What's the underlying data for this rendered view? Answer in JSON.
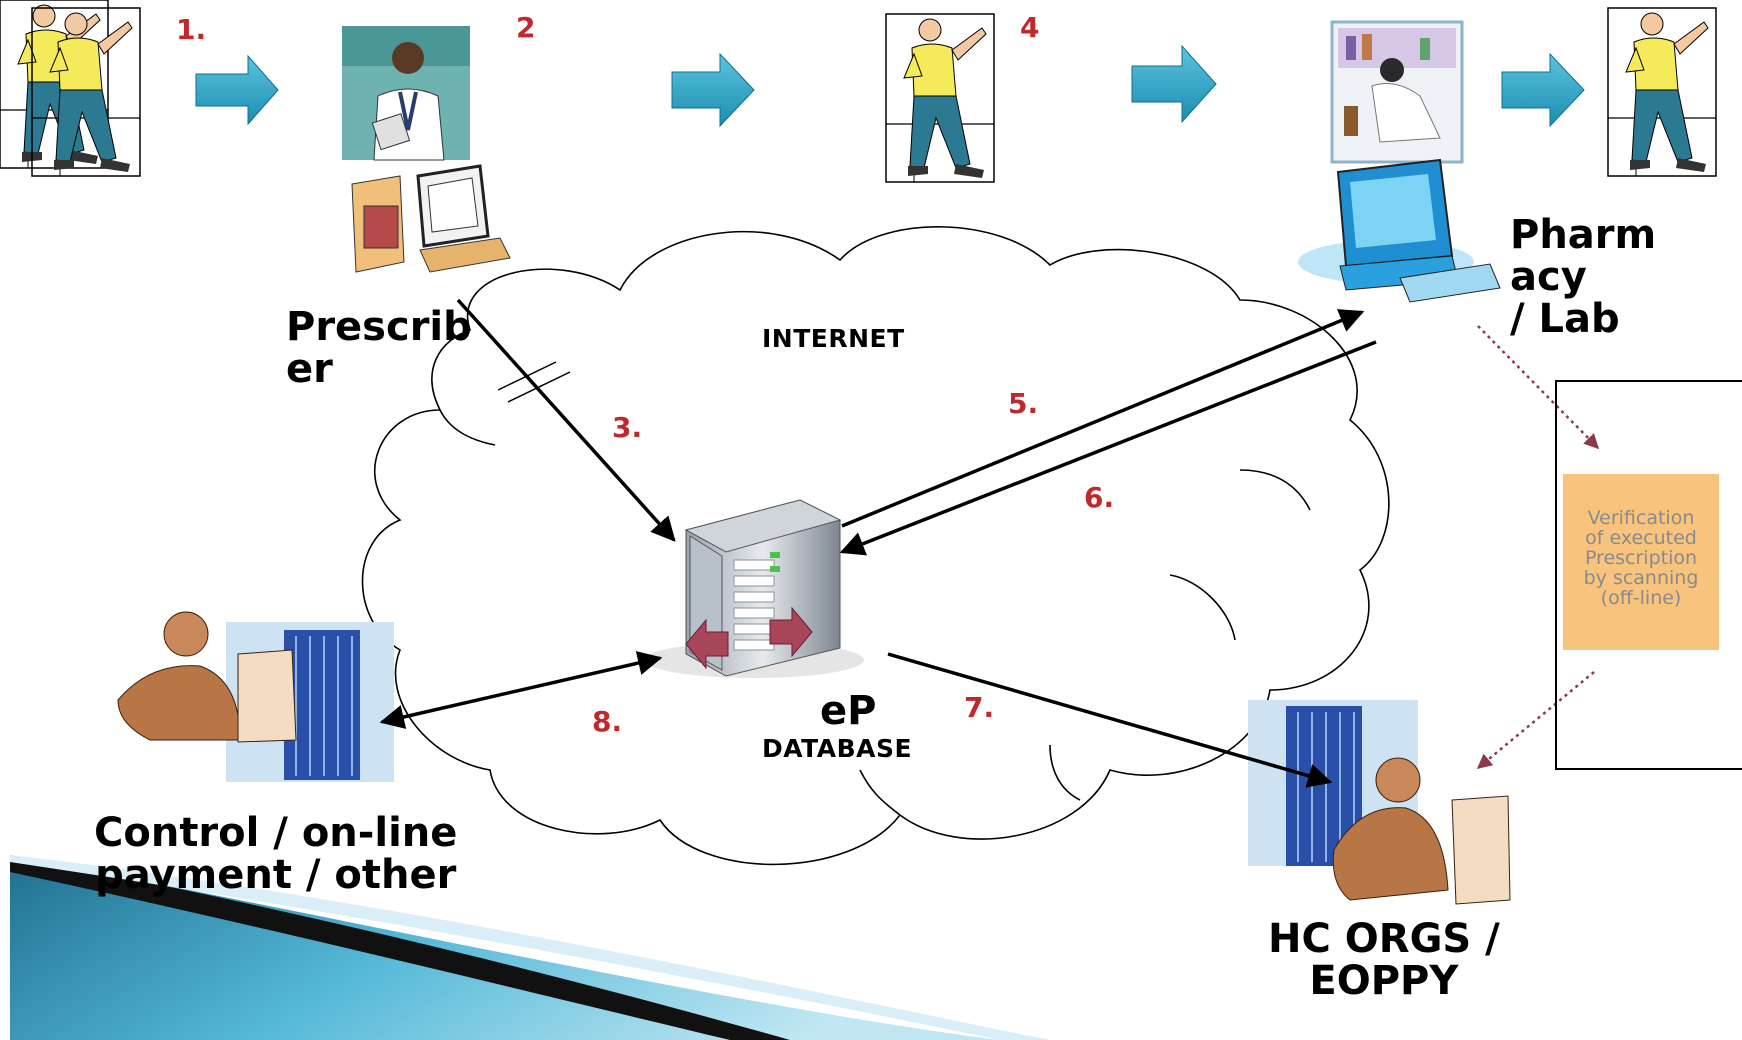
{
  "diagram": {
    "step_labels": {
      "s1": "1.",
      "s2": "2",
      "s3": "3.",
      "s4": "4",
      "s5": "5.",
      "s6": "6.",
      "s7": "7.",
      "s8": "8."
    },
    "nodes": {
      "prescriber": "Prescrib\ner",
      "pharmacy": "Pharm\nacy\n/ Lab",
      "internet": "INTERNET",
      "database_title": "eP",
      "database_sub": "DATABASE",
      "control": "Control / on-line\npayment / other",
      "hc_orgs": "HC ORGS /\nEOPPY"
    },
    "note": "Verification\nof executed\nPrescription\nby scanning\n(off-line)",
    "colors": {
      "step_number": "#c0282b",
      "flow_arrow": "#2aa6c7",
      "note_fill": "#f8c37c",
      "dotted_arrow": "#8b3a4a"
    }
  }
}
